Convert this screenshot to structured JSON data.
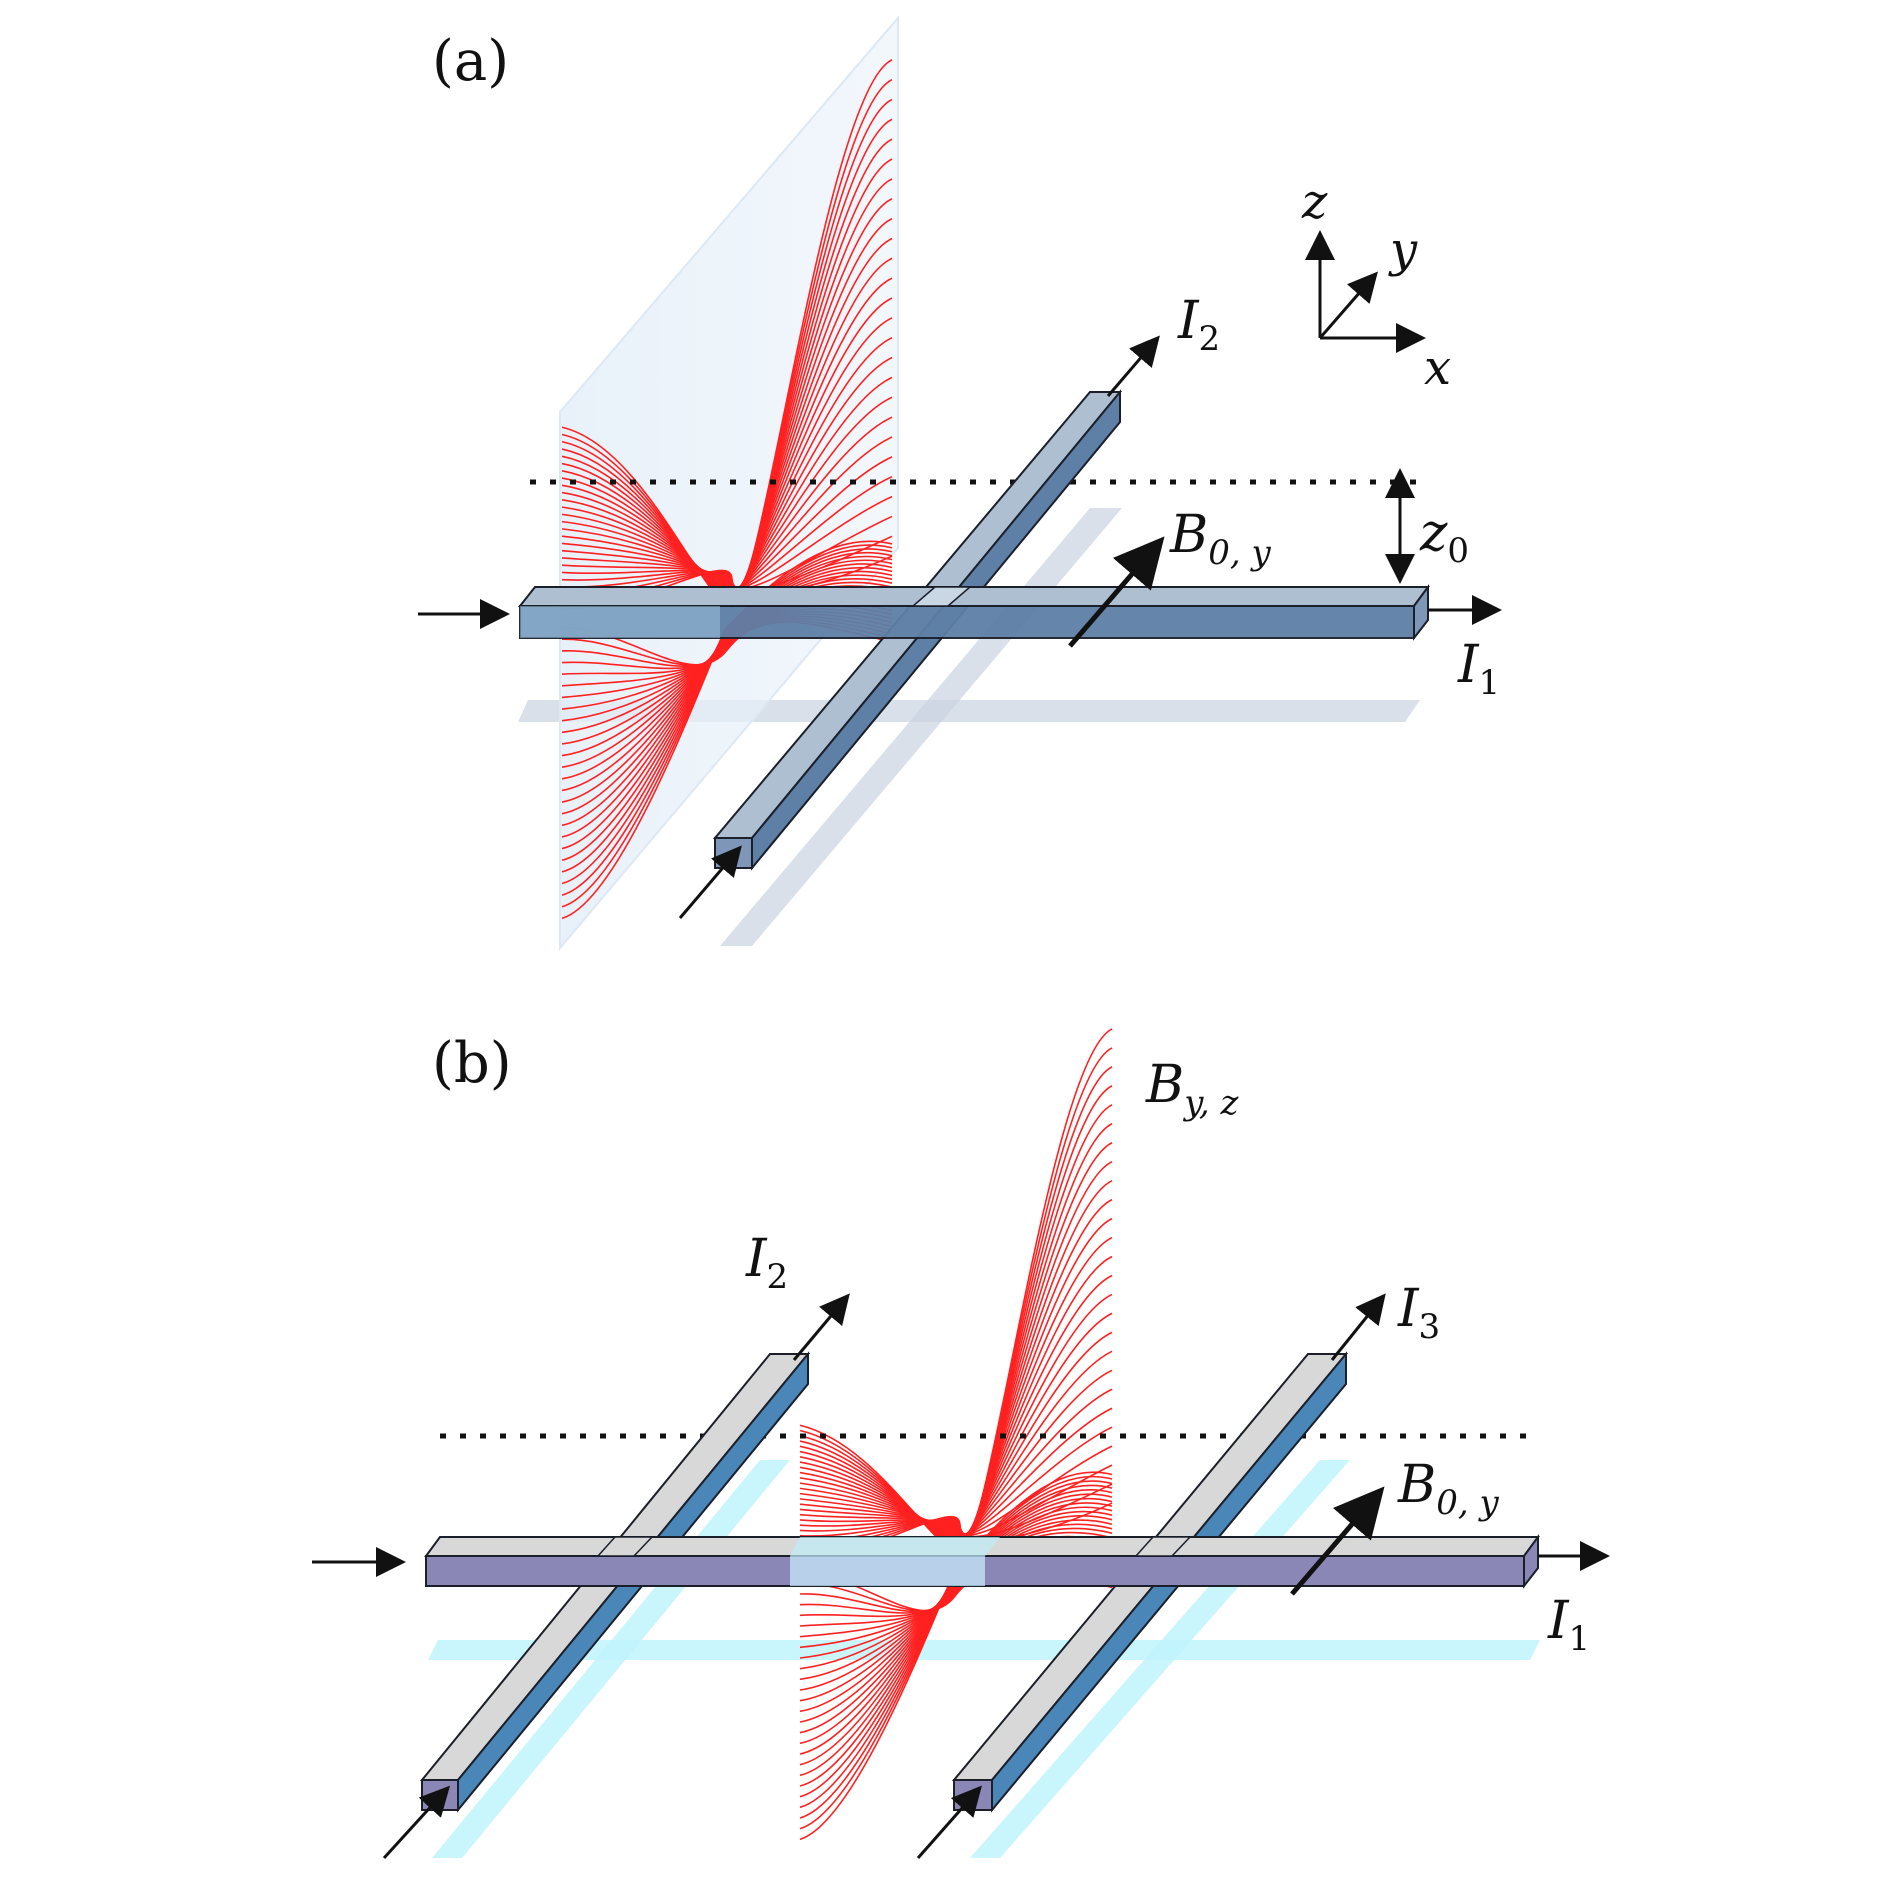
{
  "panels": [
    {
      "id": "a",
      "label": "(a)",
      "current_labels": {
        "i1": {
          "sym": "I",
          "sub": "1"
        },
        "i2": {
          "sym": "I",
          "sub": "2"
        }
      },
      "field_label": {
        "sym": "B",
        "sub": "0, y"
      },
      "height_label": {
        "sym": "z",
        "sub": "0"
      },
      "axes": {
        "x": "x",
        "y": "y",
        "z": "z"
      }
    },
    {
      "id": "b",
      "label": "(b)",
      "current_labels": {
        "i1": {
          "sym": "I",
          "sub": "1"
        },
        "i2": {
          "sym": "I",
          "sub": "2"
        },
        "i3": {
          "sym": "I",
          "sub": "3"
        }
      },
      "field_label": {
        "sym": "B",
        "sub": "0, y"
      },
      "plane_label": {
        "sym": "B",
        "sub": "y, z"
      }
    }
  ],
  "colors": {
    "field_lines": "#ff2020",
    "wire_a_top": "#aebfd2",
    "wire_a_side": "#5e7fa6",
    "wire_b_top": "#d8d8d8",
    "wire_b_side": "#8a86b6",
    "shadow_b": "#bff3fb"
  }
}
